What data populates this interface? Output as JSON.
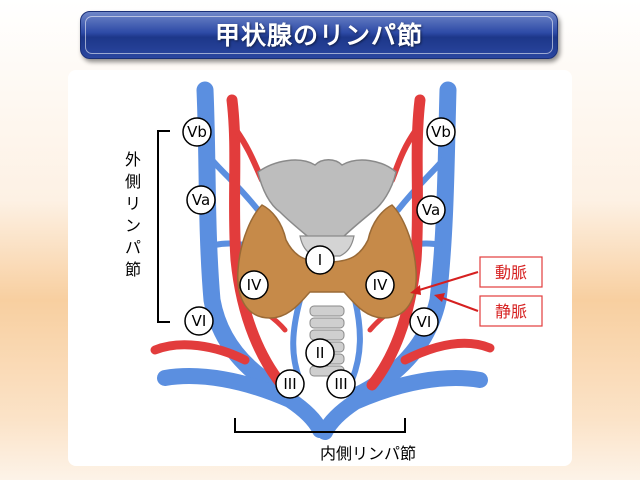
{
  "title": "甲状腺のリンパ節",
  "lateral_label_lines": [
    "外",
    "側",
    "リ",
    "ン",
    "パ",
    "節"
  ],
  "medial_label": "内側リンパ節",
  "artery_label": "動脈",
  "vein_label": "静脈",
  "nodes": {
    "vb_left": "Vb",
    "vb_right": "Vb",
    "va_left": "Va",
    "va_right": "Va",
    "i": "I",
    "iv_left": "IV",
    "iv_right": "IV",
    "vi_left": "VI",
    "vi_right": "VI",
    "ii": "II",
    "iii_left": "III",
    "iii_right": "III"
  },
  "colors": {
    "vein": "#5b8fe0",
    "artery": "#e23c3c",
    "thyroid": "#c68a49",
    "cartilage": "#bdbdbd",
    "title_bar": "#2a46a0",
    "callout": "#d62020"
  }
}
